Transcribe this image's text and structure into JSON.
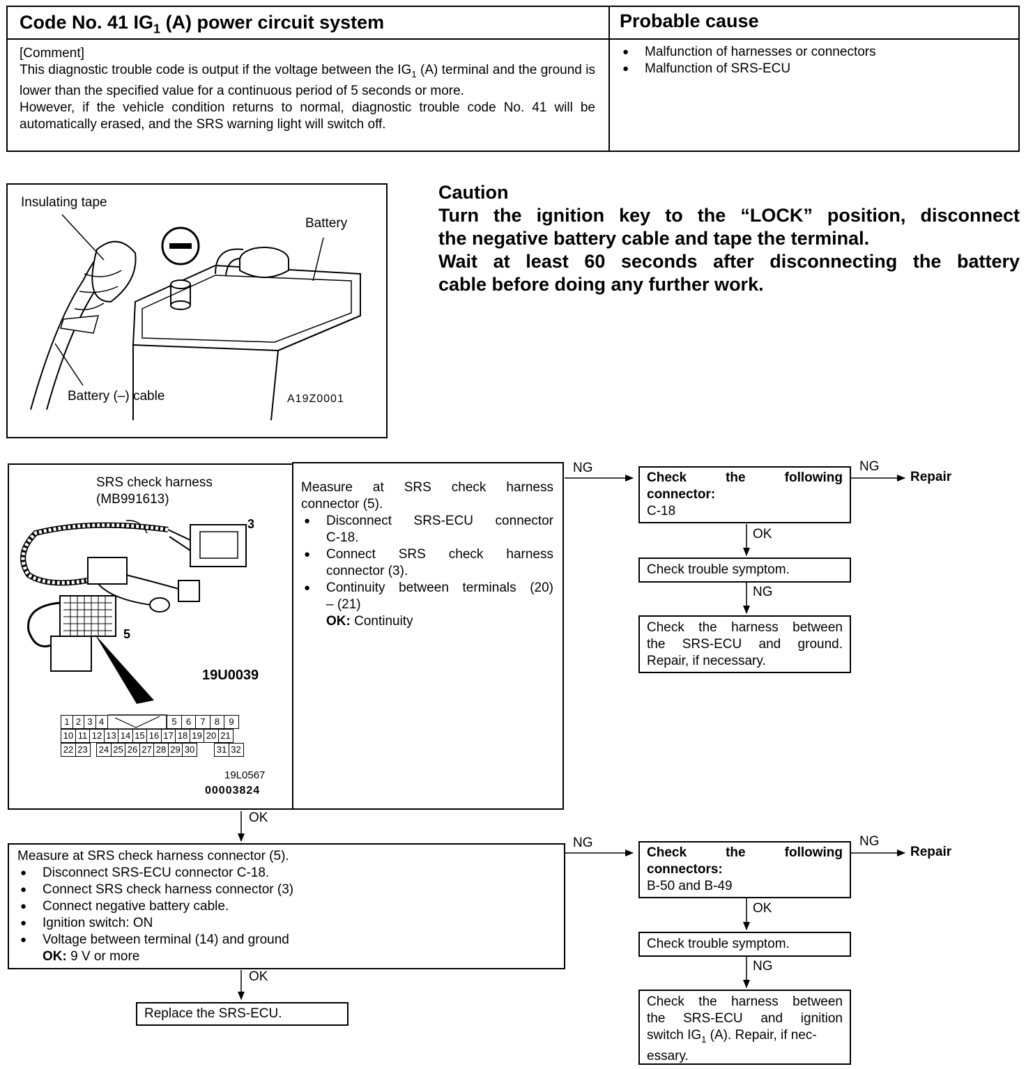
{
  "header": {
    "code_title_prefix": "Code No. 41 IG",
    "code_title_sub": "1",
    "code_title_suffix": " (A) power circuit system",
    "cause_title": "Probable cause",
    "comment_tag": "[Comment]",
    "comment_p1_a": "This diagnostic trouble code is output if the voltage between the IG",
    "comment_p1_sub": "1",
    "comment_p1_b": " (A) terminal and the ground is lower than the specified value for a continuous period of 5 seconds or more.",
    "comment_p2": "However, if the vehicle condition returns to normal, diagnostic trouble code No. 41 will be automatically erased, and the SRS warning light will switch off.",
    "causes": [
      "Malfunction of harnesses or connectors",
      "Malfunction of SRS-ECU"
    ]
  },
  "battery_figure": {
    "label_tape": "Insulating tape",
    "label_battery": "Battery",
    "label_cable": "Battery (–) cable",
    "figure_code": "A19Z0001",
    "minus_symbol": "–"
  },
  "caution": {
    "heading": "Caution",
    "line1": "Turn the ignition key to the “LOCK” position, disconnect",
    "line2": "the negative battery cable and tape the terminal.",
    "line3": "Wait at least 60 seconds after disconnecting the battery",
    "line4": "cable before doing any further work."
  },
  "harness_figure": {
    "title": "SRS check harness",
    "part_no": "(MB991613)",
    "callout_3": "3",
    "callout_5": "5",
    "figure_code": "19U0039",
    "pin_row1_left": [
      "1",
      "2",
      "3",
      "4"
    ],
    "pin_row1_right": [
      "5",
      "6",
      "7",
      "8",
      "9"
    ],
    "pin_row2": [
      "10",
      "11",
      "12",
      "13",
      "14",
      "15",
      "16",
      "17",
      "18",
      "19",
      "20",
      "21"
    ],
    "pin_row3_a": [
      "22",
      "23"
    ],
    "pin_row3_b": [
      "24",
      "25",
      "26",
      "27",
      "28",
      "29",
      "30"
    ],
    "pin_row3_c": [
      "31",
      "32"
    ],
    "code_a": "19L0567",
    "code_b": "00003824"
  },
  "step1": {
    "intro_a": "Measure at SRS check harness",
    "intro_b": "connector (5).",
    "items": [
      {
        "a": "Disconnect SRS-ECU connector",
        "b": "C-18."
      },
      {
        "a": "Connect SRS check harness",
        "b": "connector (3)."
      },
      {
        "a": "Continuity between terminals (20)",
        "b": "– (21)"
      }
    ],
    "ok_label": "OK:",
    "ok_value": " Continuity"
  },
  "branch1": {
    "check_a": "Check the following",
    "check_b": "connector:",
    "check_c": "C-18",
    "trouble": "Check trouble symptom.",
    "harness_a": "Check the harness between",
    "harness_b": "the SRS-ECU and ground.",
    "harness_c": "Repair, if necessary.",
    "repair": "Repair"
  },
  "step2": {
    "intro": "Measure at SRS check harness connector (5).",
    "items": [
      "Disconnect SRS-ECU connector C-18.",
      "Connect SRS check harness connector (3)",
      "Connect negative battery cable.",
      "Ignition switch: ON",
      "Voltage between terminal (14) and ground"
    ],
    "ok_label": "OK:",
    "ok_value": " 9 V or more"
  },
  "replace": "Replace the SRS-ECU.",
  "branch2": {
    "check_a": "Check the following",
    "check_b": "connectors:",
    "check_c": "B-50 and B-49",
    "trouble": "Check trouble symptom.",
    "harness_a": "Check the harness between",
    "harness_b": "the SRS-ECU and ignition",
    "harness_c_pre": "switch IG",
    "harness_c_sub": "1",
    "harness_c_post": " (A). Repair, if nec-",
    "harness_d": "essary.",
    "repair": "Repair"
  },
  "flow_labels": {
    "ok": "OK",
    "ng": "NG"
  }
}
